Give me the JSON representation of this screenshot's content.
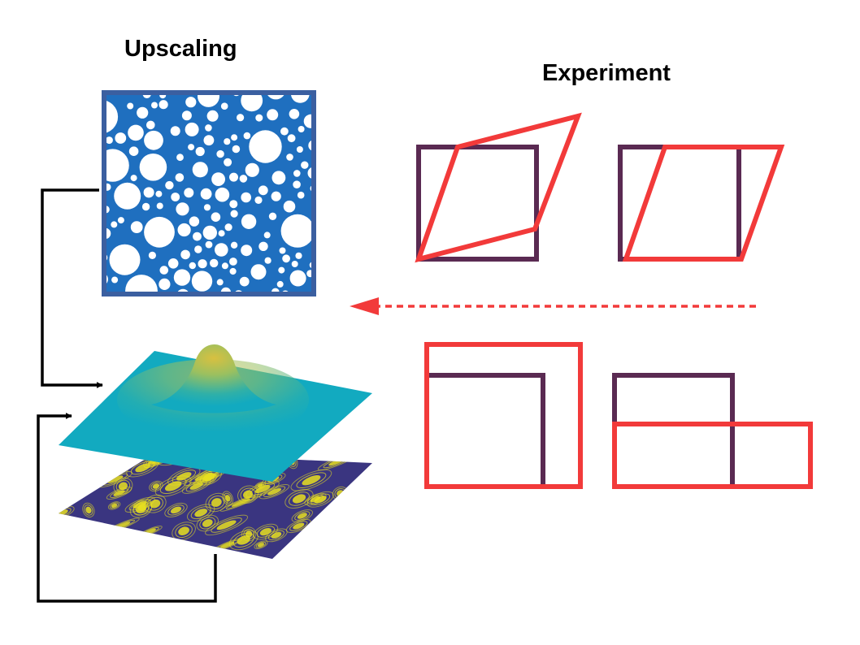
{
  "labels": {
    "upscaling": "Upscaling",
    "experiment": "Experiment"
  },
  "colors": {
    "microstructure_matrix": "#1f6fbf",
    "microstructure_frame": "#3b5fa0",
    "inclusion": "#ffffff",
    "reference_box": "#5a2a52",
    "deformed_box": "#f23a3a",
    "surface_plane": "#12aac0",
    "surface_peak": "#d8c040",
    "random_field_base": "#3a3580",
    "random_field_contour": "#e8e020",
    "loop_arrows": "#000000"
  },
  "experiment_modes": [
    "simple shear",
    "uniaxial shear",
    "biaxial extension",
    "uniaxial extension"
  ]
}
